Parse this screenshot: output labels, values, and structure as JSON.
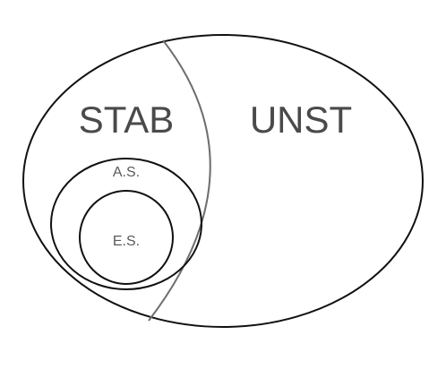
{
  "labels": {
    "stable": "STAB",
    "unstable": "UNST",
    "asymptotic": "A.S.",
    "exponential": "E.S."
  }
}
